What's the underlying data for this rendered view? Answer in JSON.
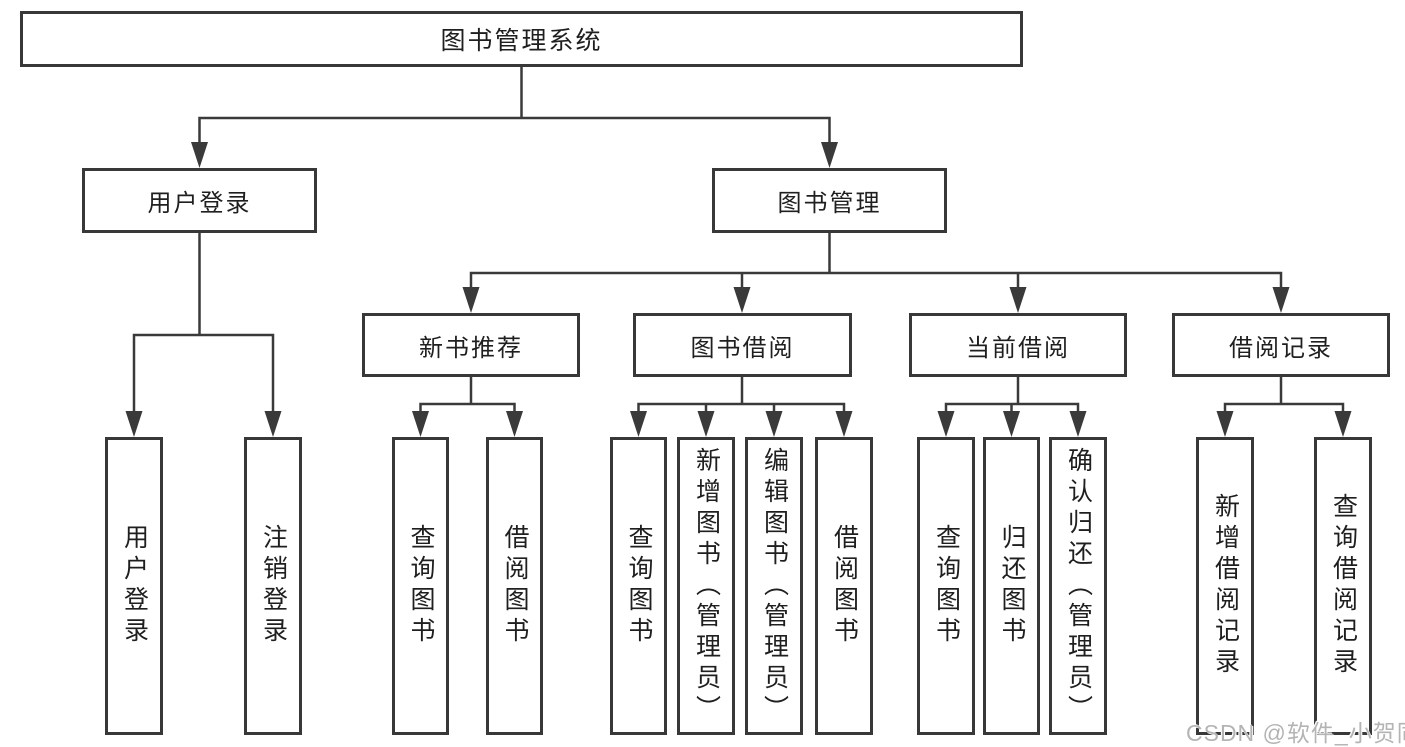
{
  "tree": {
    "root": {
      "label": "图书管理系统",
      "children": [
        {
          "label": "用户登录",
          "children": [
            {
              "label": "用户登录"
            },
            {
              "label": "注销登录"
            }
          ]
        },
        {
          "label": "图书管理",
          "children": [
            {
              "label": "新书推荐",
              "children": [
                {
                  "label": "查询图书"
                },
                {
                  "label": "借阅图书"
                }
              ]
            },
            {
              "label": "图书借阅",
              "children": [
                {
                  "label": "查询图书"
                },
                {
                  "label": "新增图书（管理员）"
                },
                {
                  "label": "编辑图书（管理员）"
                },
                {
                  "label": "借阅图书"
                }
              ]
            },
            {
              "label": "当前借阅",
              "children": [
                {
                  "label": "查询图书"
                },
                {
                  "label": "归还图书"
                },
                {
                  "label": "确认归还（管理员）"
                }
              ]
            },
            {
              "label": "借阅记录",
              "children": [
                {
                  "label": "新增借阅记录"
                },
                {
                  "label": "查询借阅记录"
                }
              ]
            }
          ]
        }
      ]
    }
  },
  "watermark": {
    "text": "CSDN @软件_小贺同学"
  },
  "colors": {
    "line": "#3a3a3a",
    "border": "#383838",
    "text": "#1f1f1f",
    "watermark": "#b4b4b4",
    "background": "#ffffff"
  }
}
